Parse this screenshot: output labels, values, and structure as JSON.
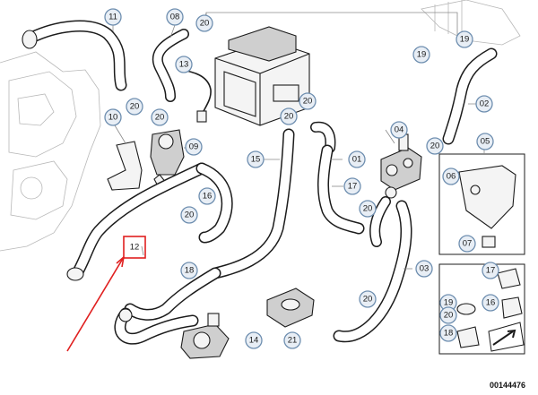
{
  "callouts": [
    {
      "label": "11"
    },
    {
      "label": "08"
    },
    {
      "label": "20"
    },
    {
      "label": "13"
    },
    {
      "label": "19"
    },
    {
      "label": "19"
    },
    {
      "label": "02"
    },
    {
      "label": "10"
    },
    {
      "label": "20"
    },
    {
      "label": "20"
    },
    {
      "label": "20"
    },
    {
      "label": "20"
    },
    {
      "label": "09"
    },
    {
      "label": "04"
    },
    {
      "label": "20"
    },
    {
      "label": "05"
    },
    {
      "label": "15"
    },
    {
      "label": "01"
    },
    {
      "label": "06"
    },
    {
      "label": "16"
    },
    {
      "label": "20"
    },
    {
      "label": "17"
    },
    {
      "label": "20"
    },
    {
      "label": "07"
    },
    {
      "label": "12"
    },
    {
      "label": "18"
    },
    {
      "label": "03"
    },
    {
      "label": "17"
    },
    {
      "label": "20"
    },
    {
      "label": "19"
    },
    {
      "label": "16"
    },
    {
      "label": "20"
    },
    {
      "label": "18"
    },
    {
      "label": "14"
    },
    {
      "label": "21"
    }
  ],
  "highlight": {
    "label": "12",
    "color": "#e02020"
  },
  "diagram_id": "00144476"
}
